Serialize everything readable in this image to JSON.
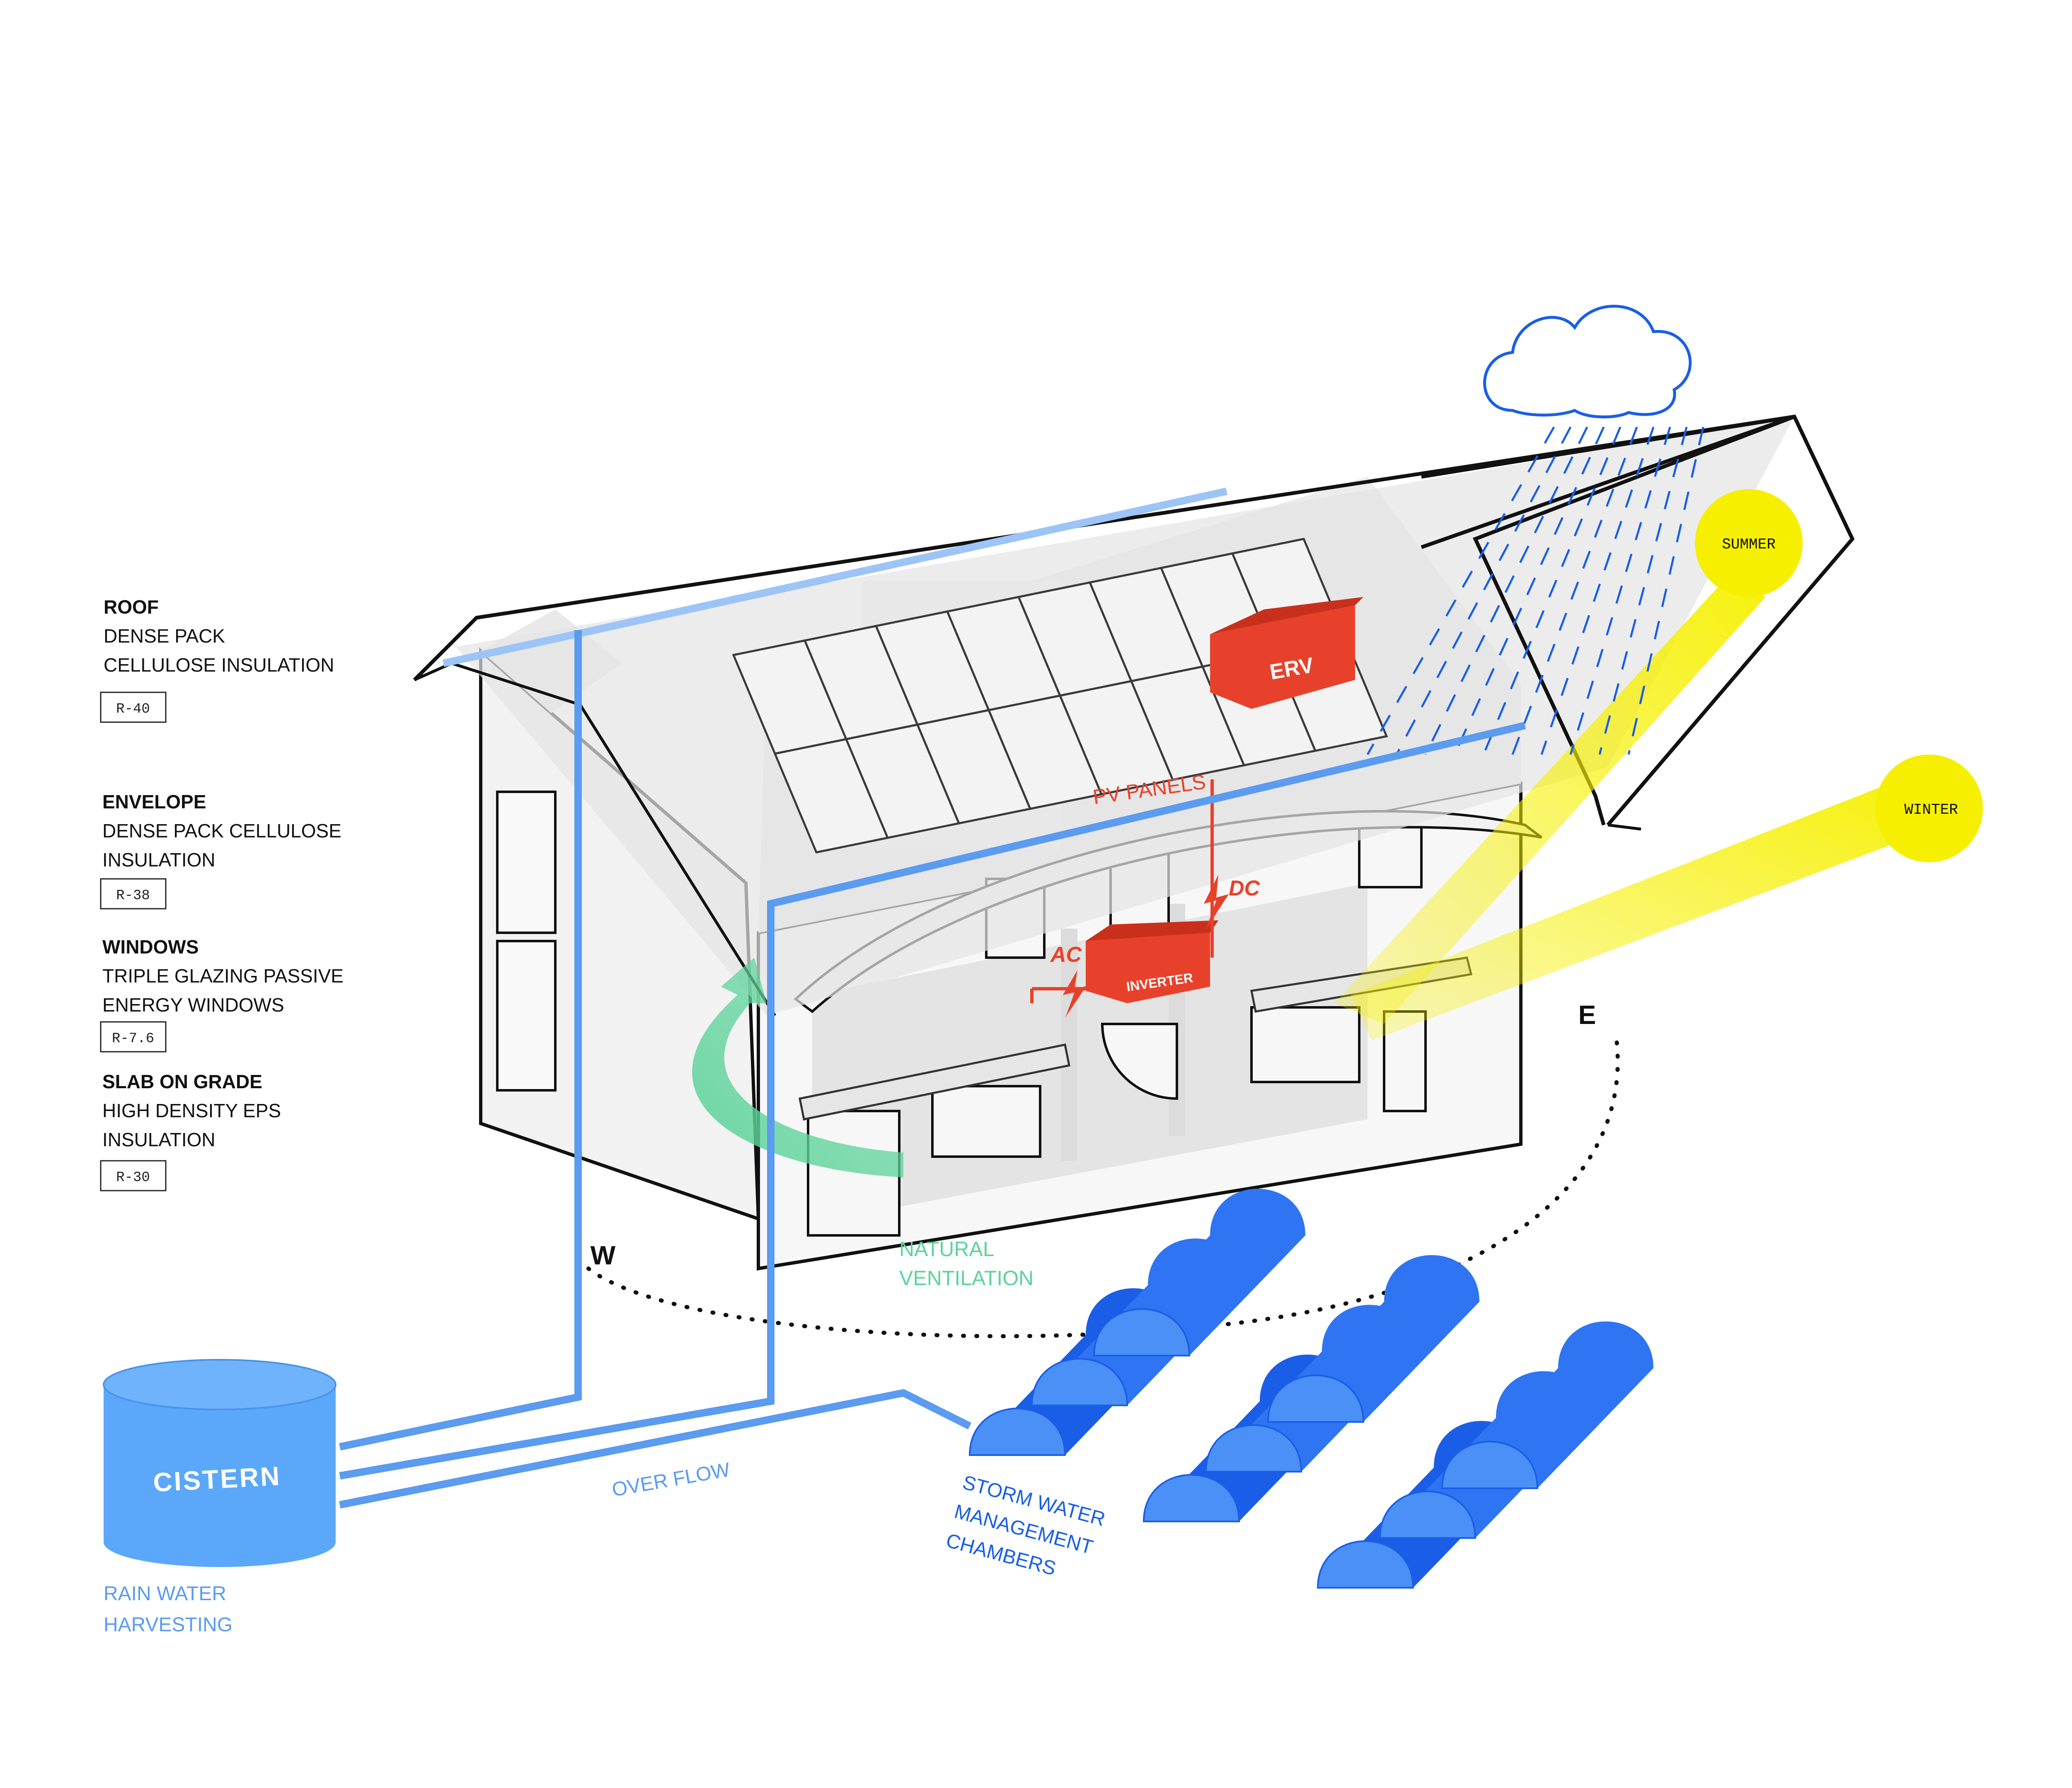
{
  "colors": {
    "pipe_blue": "#5b9bf0",
    "light_blue": "#9cc4f7",
    "deep_blue": "#1a5ee8",
    "accent_red": "#e8412b",
    "green": "#5dd39a",
    "sun_yellow": "#f6f000"
  },
  "legend": [
    {
      "title": "ROOF",
      "lines": [
        "DENSE PACK",
        "CELLULOSE INSULATION"
      ],
      "rvalue": "R-40"
    },
    {
      "title": "ENVELOPE",
      "lines": [
        "DENSE PACK CELLULOSE",
        "INSULATION"
      ],
      "rvalue": "R-38"
    },
    {
      "title": "WINDOWS",
      "lines": [
        "TRIPLE GLAZING PASSIVE",
        "ENERGY WINDOWS"
      ],
      "rvalue": "R-7.6"
    },
    {
      "title": "SLAB ON GRADE",
      "lines": [
        "HIGH DENSITY EPS",
        "INSULATION"
      ],
      "rvalue": "R-30"
    }
  ],
  "sun": {
    "summer": "SUMMER",
    "winter": "WINTER"
  },
  "compass": {
    "east": "E",
    "west": "W"
  },
  "systems": {
    "erv": "ERV",
    "pv_panels": "PV PANELS",
    "dc": "DC",
    "ac": "AC",
    "inverter": "INVERTER"
  },
  "ventilation": {
    "lines": [
      "NATURAL",
      "VENTILATION"
    ]
  },
  "water": {
    "cistern": "CISTERN",
    "harvesting": [
      "RAIN WATER",
      "HARVESTING"
    ],
    "overflow": "OVER FLOW",
    "storm": [
      "STORM WATER",
      "MANAGEMENT",
      "CHAMBERS"
    ]
  }
}
